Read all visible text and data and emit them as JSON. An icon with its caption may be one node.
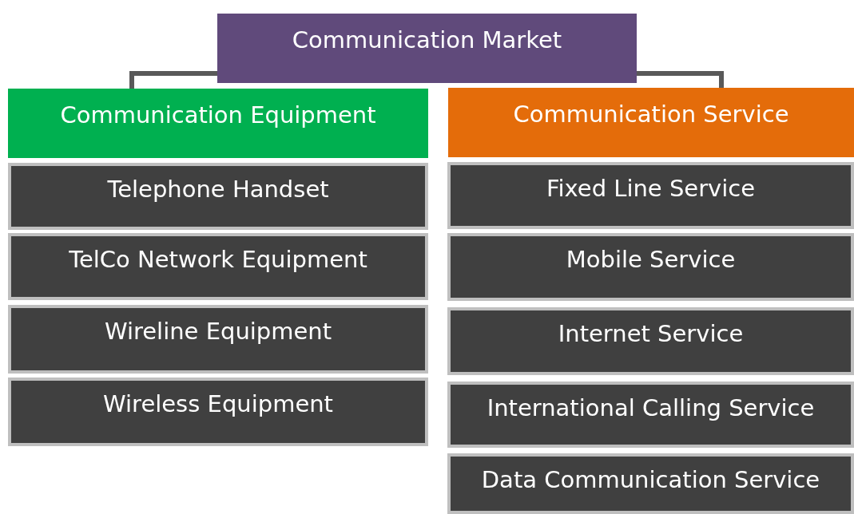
{
  "diagram": {
    "nodes": [
      {
        "text": [
          "Communication Market"
        ]
      },
      {
        "text": [
          "Communication Equipment"
        ]
      },
      {
        "text": [
          "Communication Service"
        ]
      },
      {
        "text": [
          "Telephone Handset"
        ]
      },
      {
        "text": [
          "TelCo Network Equipment"
        ]
      },
      {
        "text": [
          "Wireline Equipment"
        ]
      },
      {
        "text": [
          "Wireless Equipment"
        ]
      },
      {
        "text": [
          "Fixed Line Service"
        ]
      },
      {
        "text": [
          "Mobile Service"
        ]
      },
      {
        "text": [
          "Internet Service"
        ]
      },
      {
        "text": [
          "International Calling Service"
        ]
      },
      {
        "text": [
          "Data Communication Service"
        ]
      }
    ],
    "edges": [
      {
        "from": 0,
        "to": 1,
        "arrow": "none"
      },
      {
        "from": 0,
        "to": 2,
        "arrow": "none"
      }
    ]
  }
}
